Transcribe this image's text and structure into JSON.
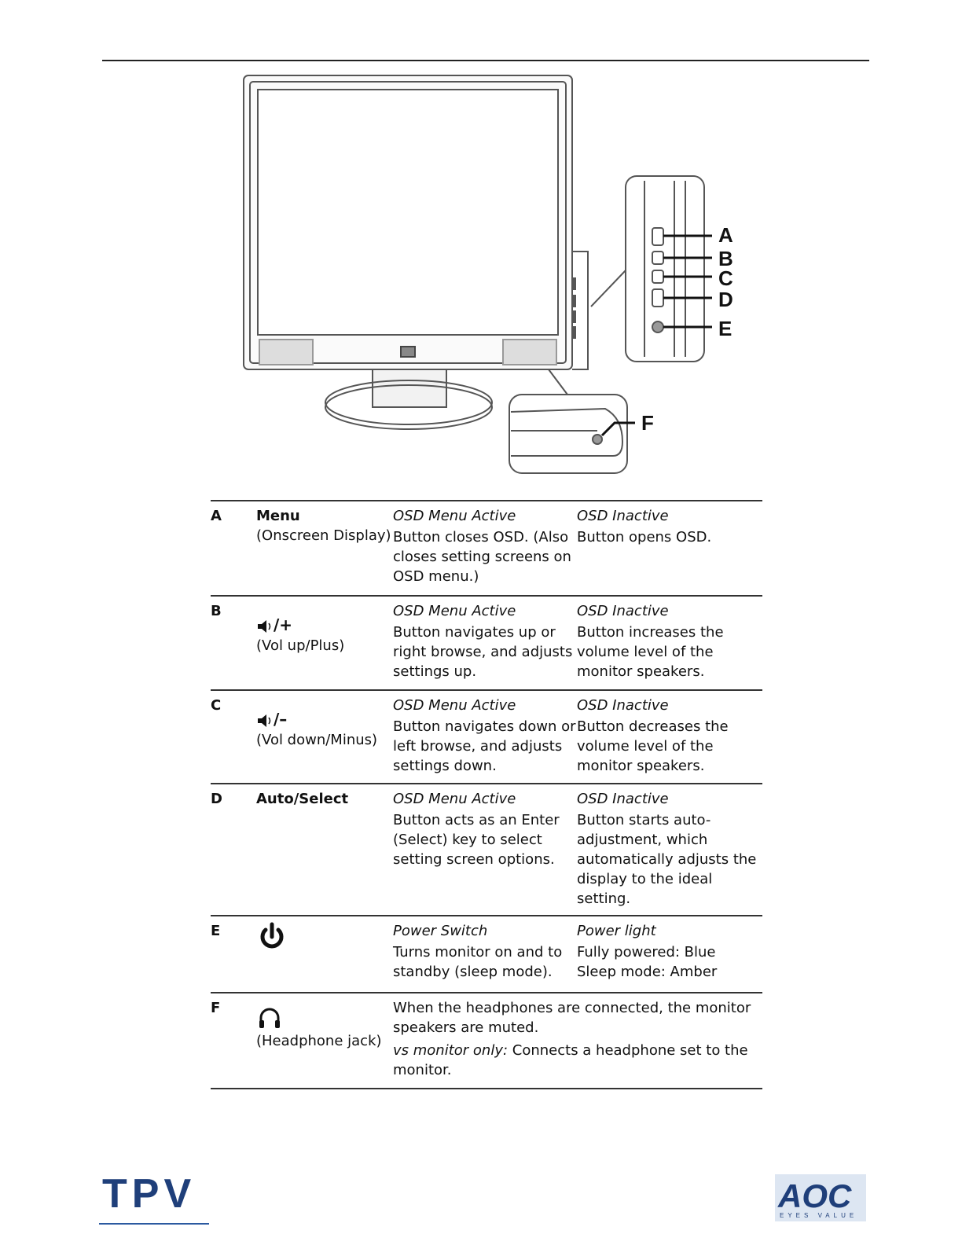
{
  "diagram": {
    "labels": [
      "A",
      "B",
      "C",
      "D",
      "E",
      "F"
    ]
  },
  "controls": [
    {
      "letter": "A",
      "name": "Menu",
      "sub": "(Onscreen Display)",
      "active_title": "OSD Menu Active",
      "active_text": "Button closes OSD. (Also closes setting screens on OSD menu.)",
      "inactive_title": "OSD Inactive",
      "inactive_text": "Button opens OSD."
    },
    {
      "letter": "B",
      "symbol": "/+",
      "sub": "(Vol up/Plus)",
      "active_title": "OSD Menu Active",
      "active_text": "Button navigates up or right browse, and adjusts settings up.",
      "inactive_title": "OSD Inactive",
      "inactive_text": "Button increases the volume level of the monitor speakers."
    },
    {
      "letter": "C",
      "symbol": "/–",
      "sub": "(Vol down/Minus)",
      "active_title": "OSD Menu Active",
      "active_text": "Button navigates down or left browse, and adjusts settings down.",
      "inactive_title": "OSD Inactive",
      "inactive_text": "Button decreases the volume level of the monitor speakers."
    },
    {
      "letter": "D",
      "name": "Auto/Select",
      "active_title": "OSD Menu Active",
      "active_text": "Button acts as an Enter (Select) key to select setting screen options.",
      "inactive_title": "OSD Inactive",
      "inactive_text": "Button starts auto-adjustment, which automatically adjusts the display to the ideal setting."
    },
    {
      "letter": "E",
      "active_title": "Power Switch",
      "active_text": "Turns monitor on and to standby (sleep mode).",
      "inactive_title": "Power light",
      "inactive_text_1": "Fully powered: Blue",
      "inactive_text_2": "Sleep mode: Amber"
    },
    {
      "letter": "F",
      "sub": "(Headphone jack)",
      "text_1": "When the headphones are connected, the monitor speakers are muted.",
      "text_2_italic": "vs monitor only:",
      "text_2": " Connects a headphone set to the monitor."
    }
  ],
  "footer": {
    "left_logo": "TPV",
    "right_logo": "AOC",
    "right_tagline": "EYES VALUE",
    "brand_color": "#1f3f7a"
  }
}
